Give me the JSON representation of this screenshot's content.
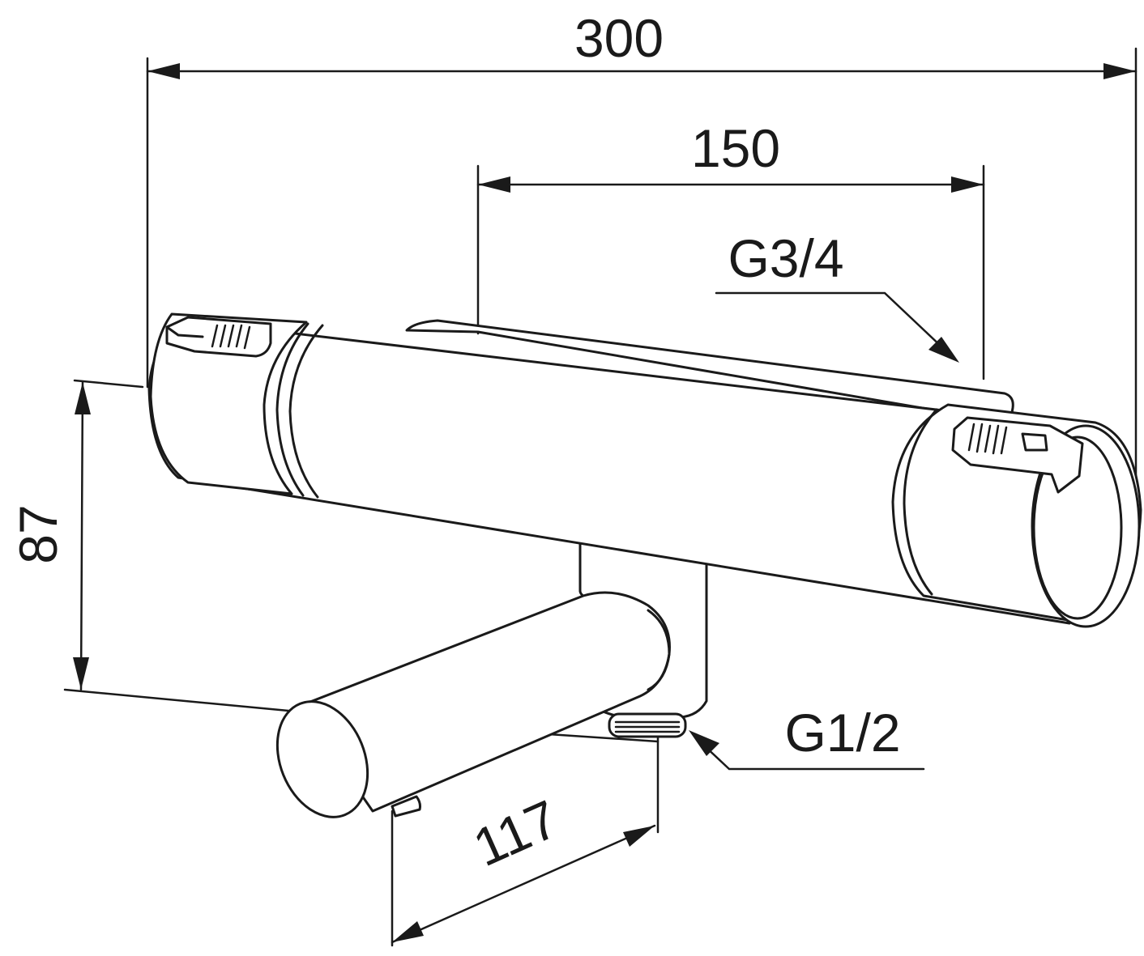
{
  "dimensions": {
    "overall_width": "300",
    "inlet_spacing": "150",
    "height": "87",
    "spout_depth": "117"
  },
  "connections": {
    "inlet_thread": "G3/4",
    "outlet_thread": "G1/2"
  },
  "colors": {
    "line": "#1a1a1a",
    "background": "#ffffff"
  }
}
